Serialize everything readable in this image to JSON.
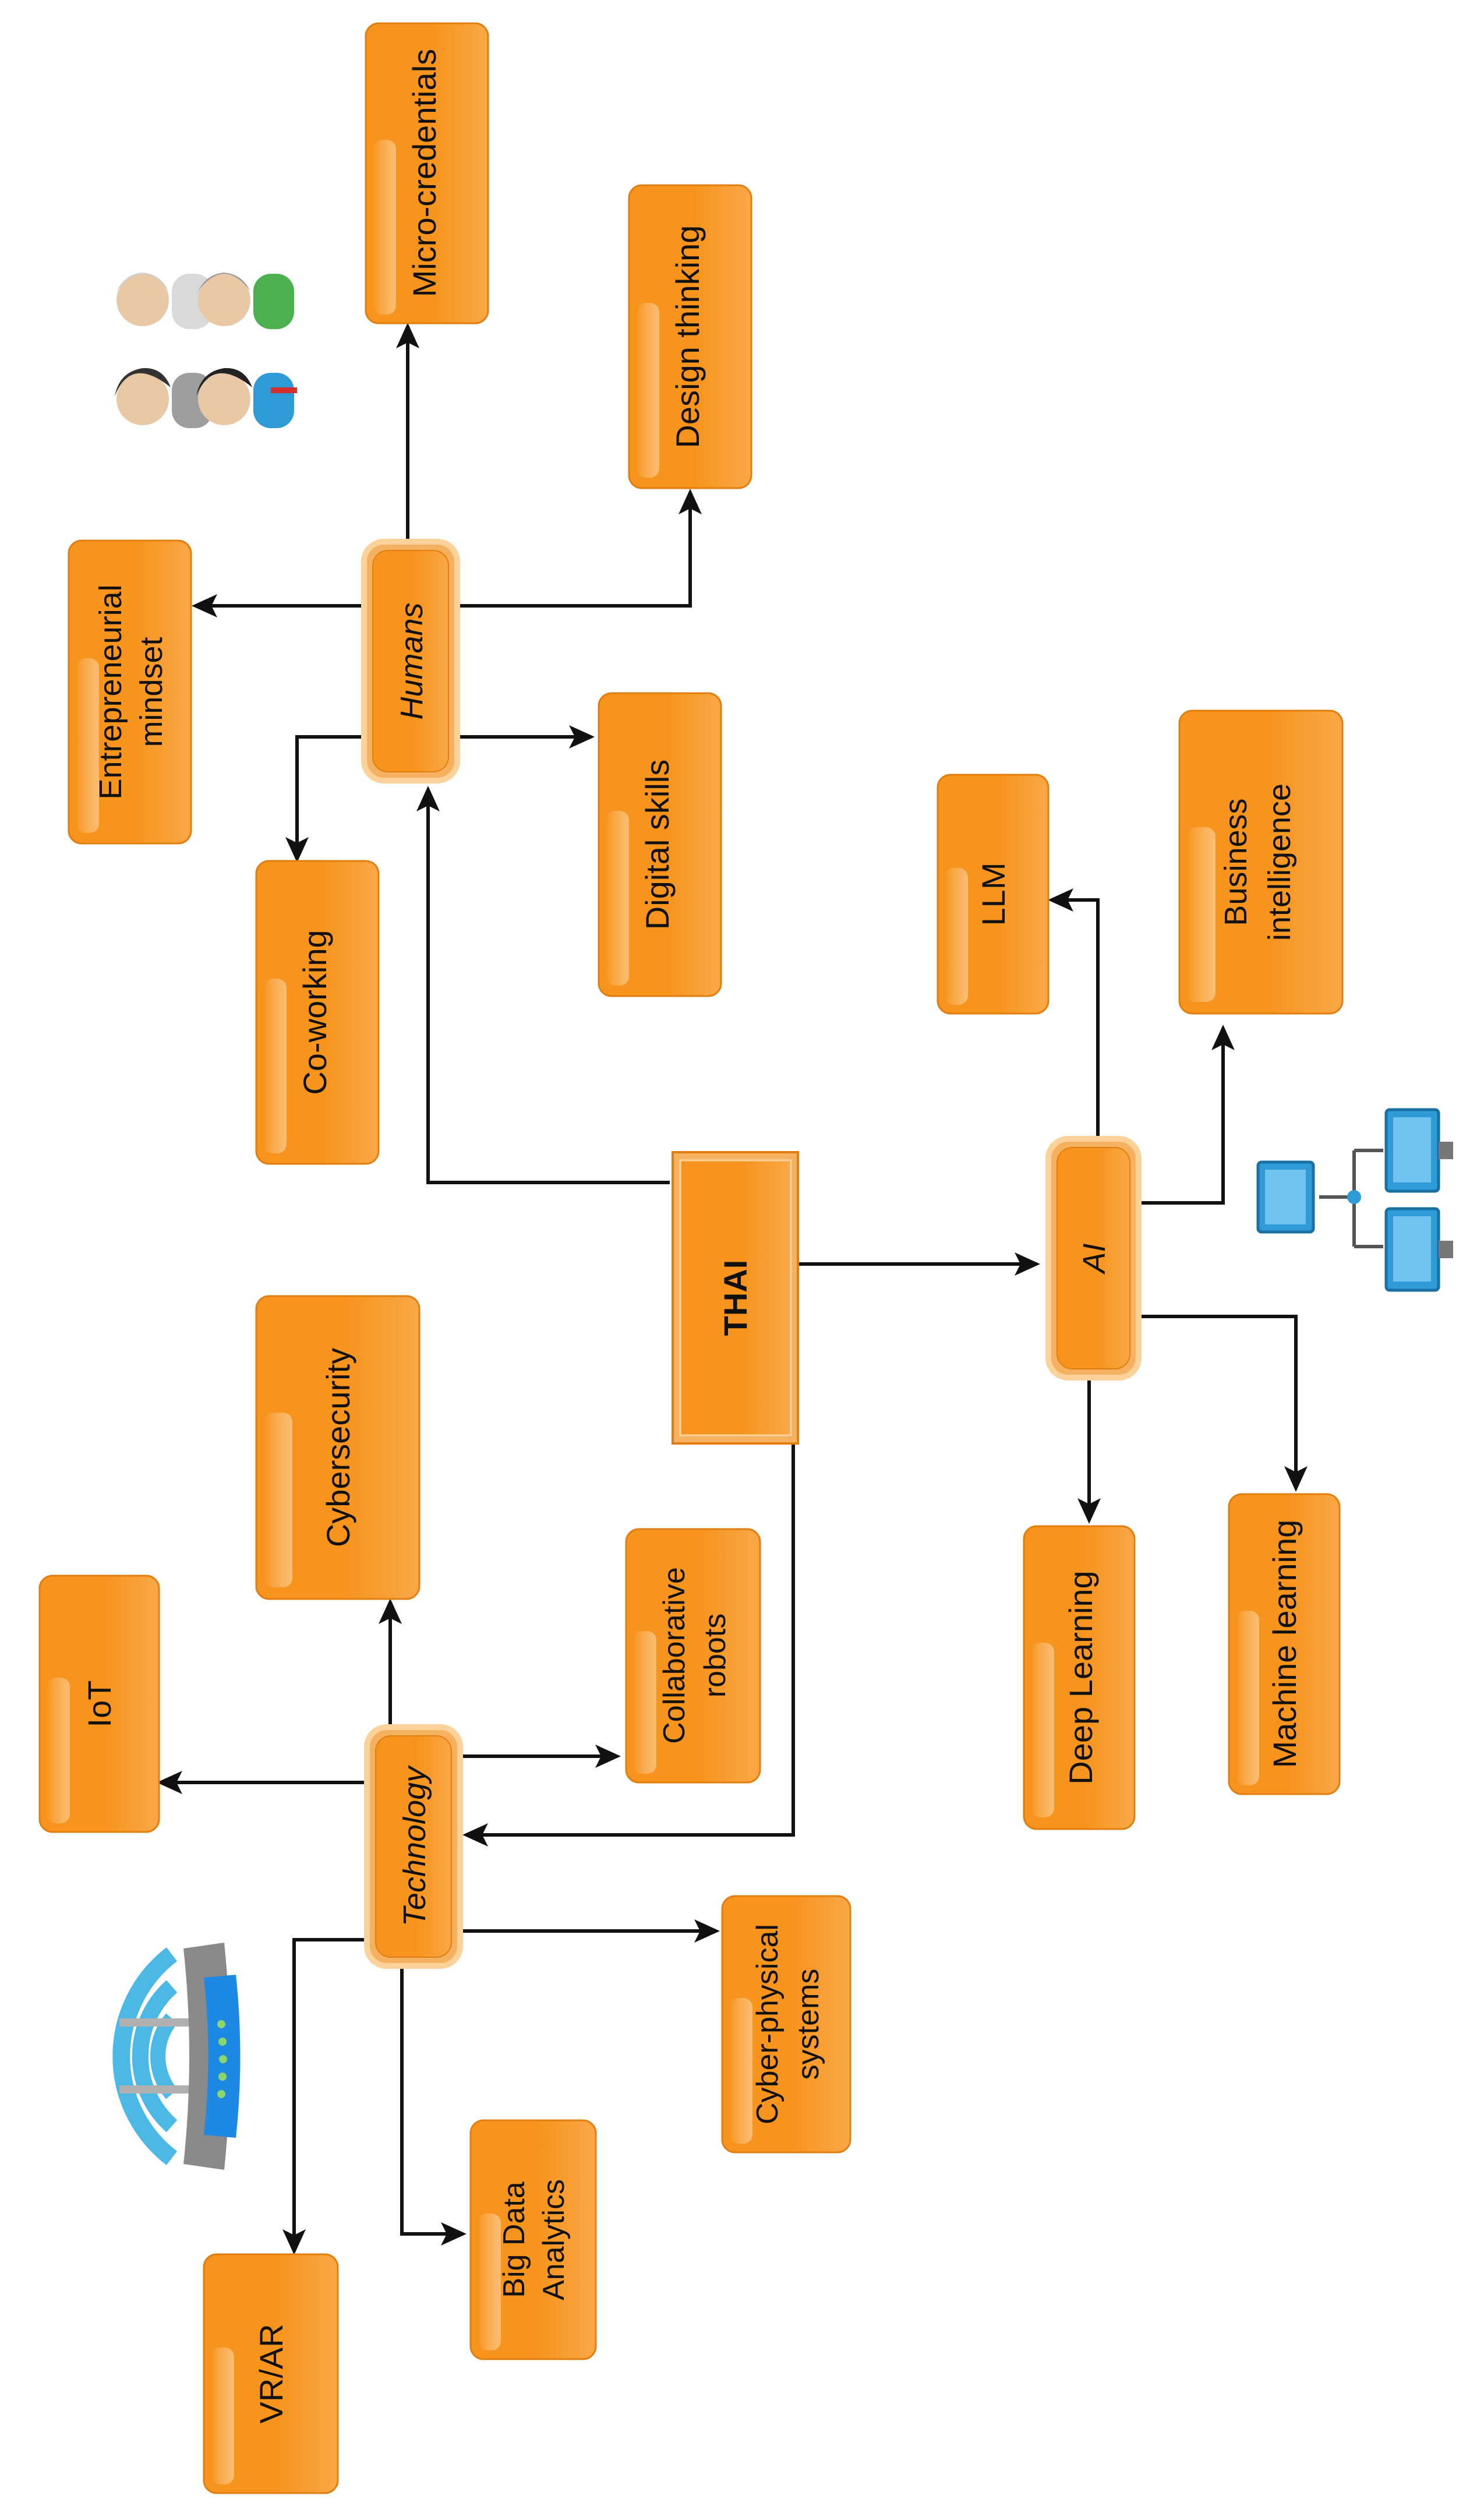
{
  "colors": {
    "box_fill": "#f7941d",
    "box_fill_light": "#fcc27a",
    "box_stroke": "#d9760c",
    "hub_stroke": "#f5b160",
    "arrow": "#111111"
  },
  "nodes": {
    "center": {
      "label": "THAI"
    },
    "humans": {
      "label": "Humans"
    },
    "technology": {
      "label": "Technology"
    },
    "ai": {
      "label": "AI"
    },
    "micro_credentials": {
      "label": "Micro-credentials"
    },
    "design_thinking": {
      "label": "Design thinking"
    },
    "entrepreneurial_mindset": {
      "label1": "Entrepreneurial",
      "label2": "mindset"
    },
    "co_working": {
      "label": "Co-working"
    },
    "digital_skills": {
      "label": "Digital skills"
    },
    "iot": {
      "label": "IoT"
    },
    "cybersecurity": {
      "label": "Cybersecurity"
    },
    "collaborative_robots": {
      "label1": "Collaborative",
      "label2": "robots"
    },
    "vr_ar": {
      "label": "VR/AR"
    },
    "big_data_analytics": {
      "label1": "Big Data",
      "label2": "Analytics"
    },
    "cyber_physical_systems": {
      "label1": "Cyber-physical",
      "label2": "systems"
    },
    "llm": {
      "label": "LLM"
    },
    "business_intelligence": {
      "label1": "Business",
      "label2": "intelligence"
    },
    "deep_learning": {
      "label": "Deep Learning"
    },
    "machine_learning": {
      "label": "Machine learning"
    }
  },
  "illustrations": {
    "people": "people-group-icon",
    "router": "wifi-router-icon",
    "network": "computer-network-icon"
  }
}
